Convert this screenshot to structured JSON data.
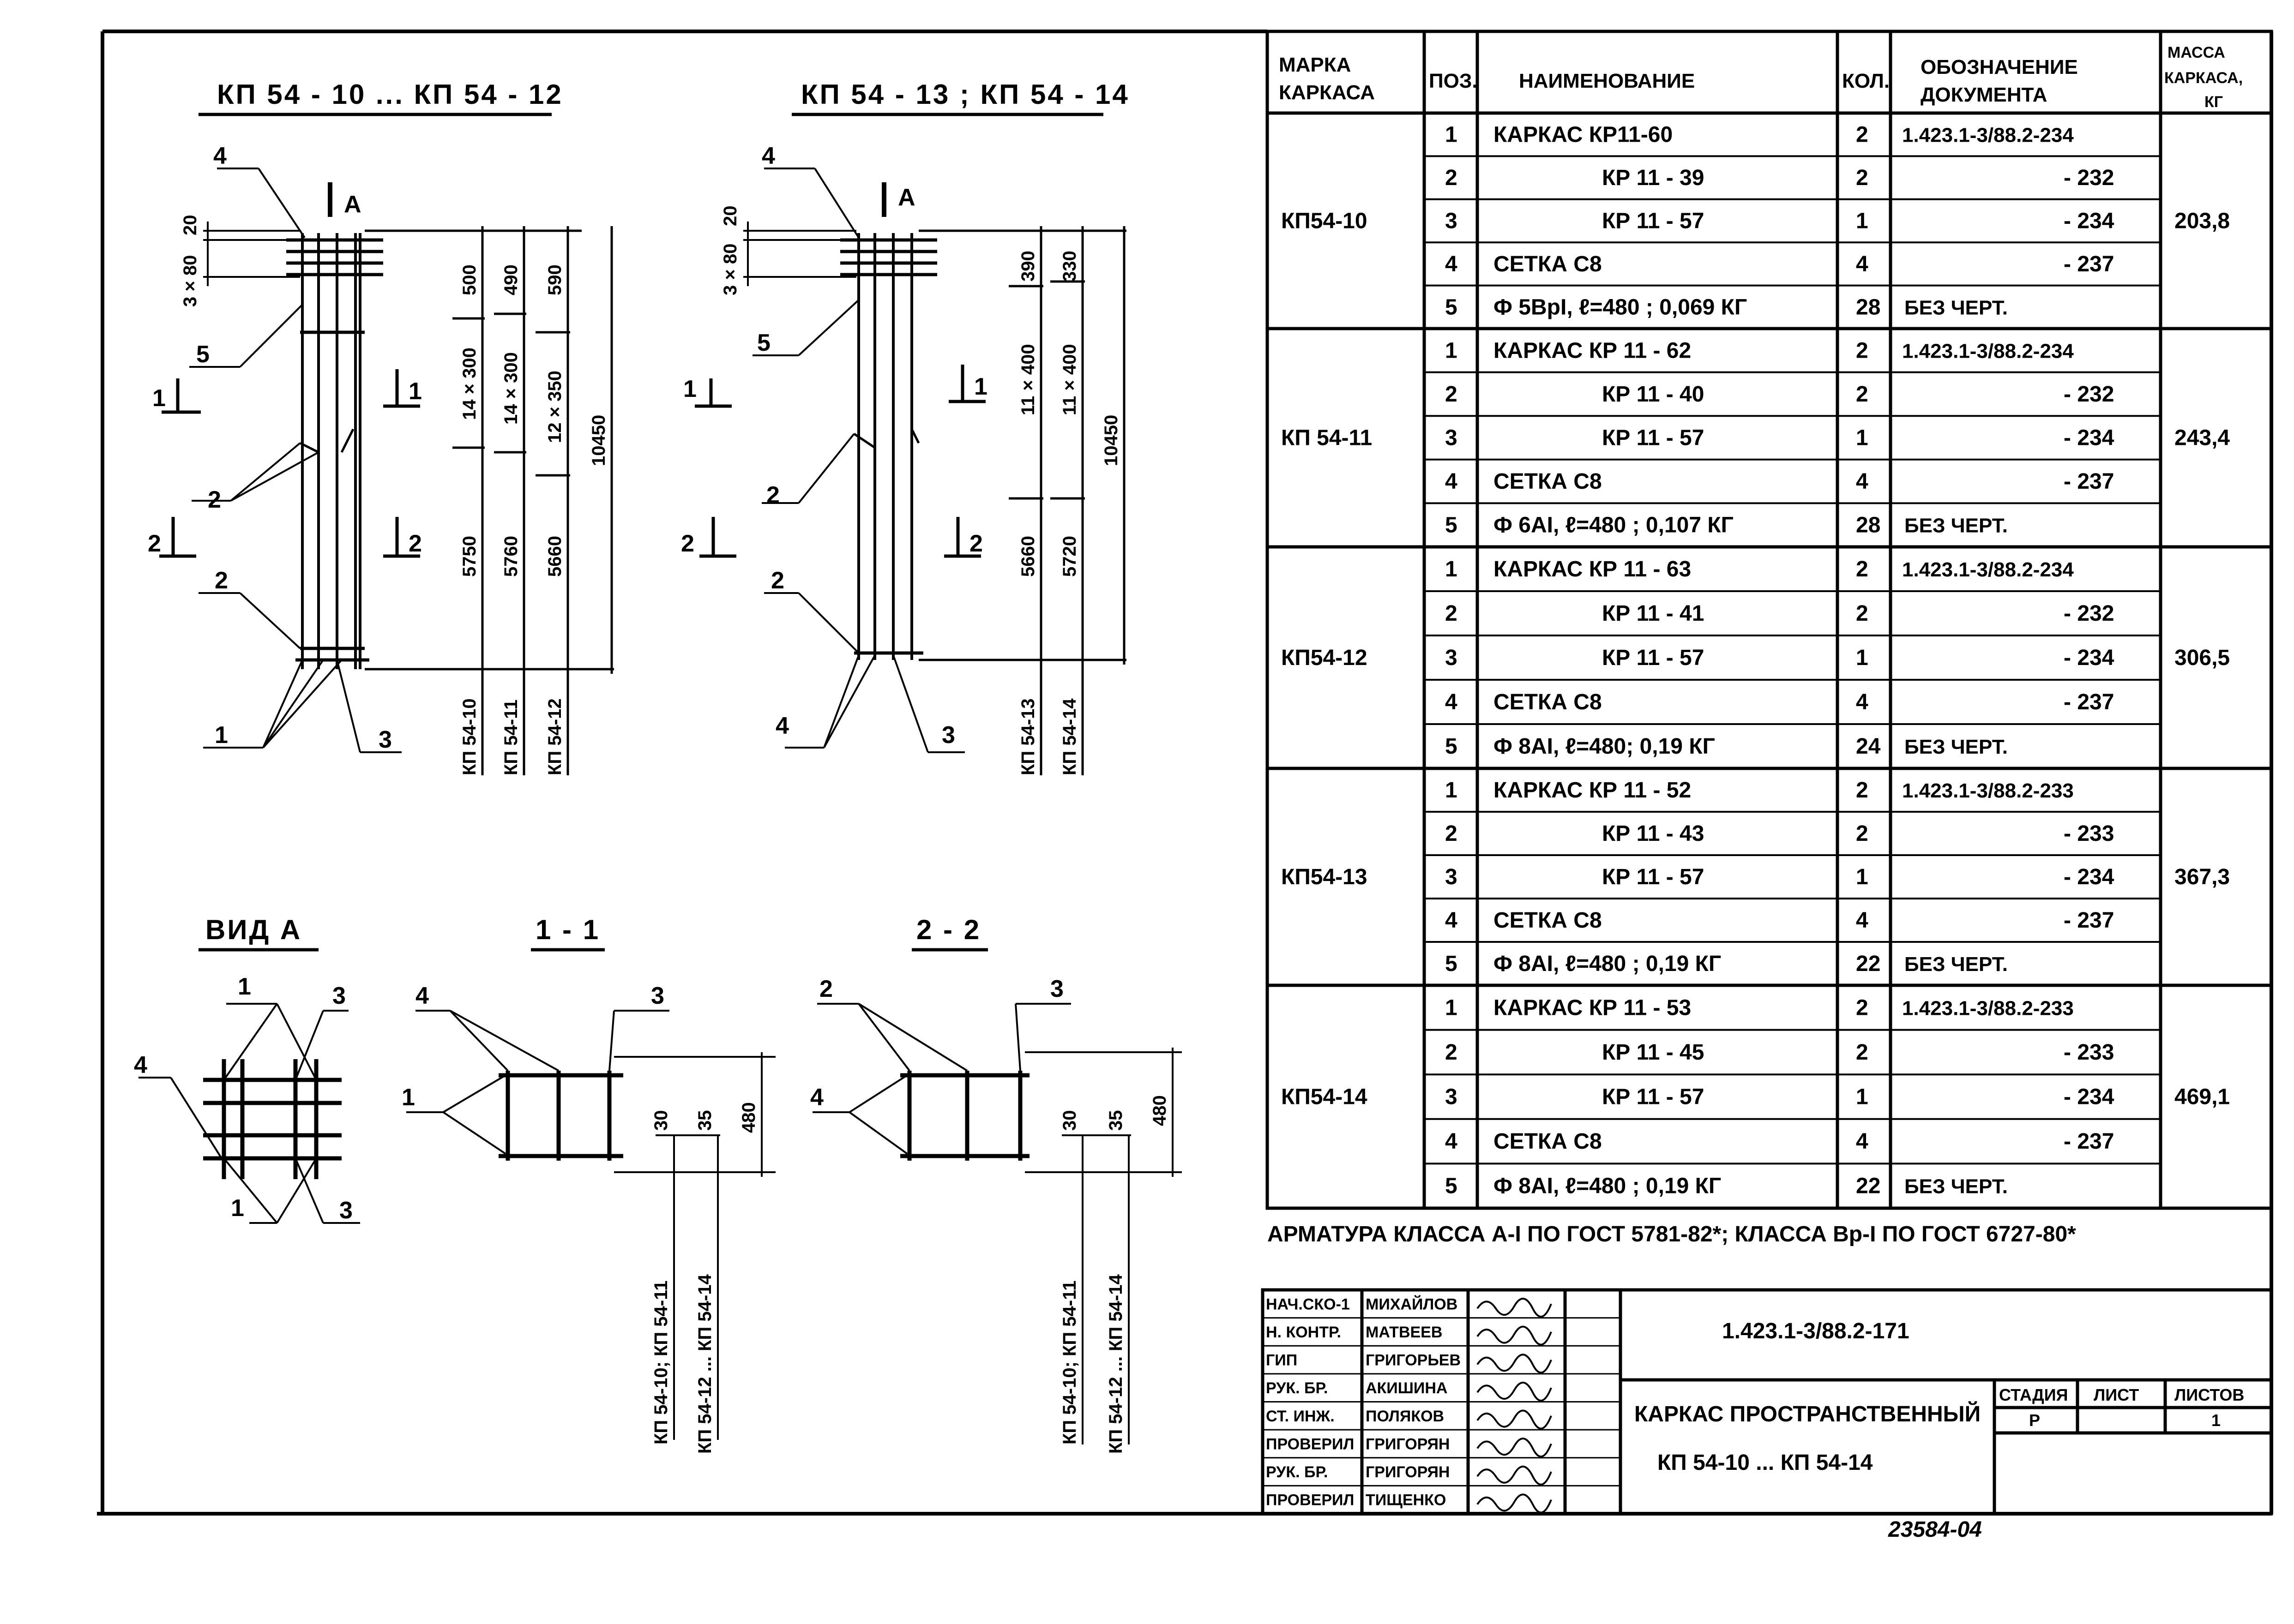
{
  "drawing": {
    "view_titles": {
      "frame_a": "КП 54 - 10 ... КП 54 - 12",
      "frame_b": "КП 54 - 13 ; КП 54 - 14",
      "view_a": "ВИД А",
      "section_1": "1 - 1",
      "section_2": "2 - 2"
    },
    "section_mark_a": "А",
    "frame_a_dims": {
      "col1": [
        "500",
        "14 × 300",
        "5750"
      ],
      "col2": [
        "490",
        "14 × 300",
        "5760"
      ],
      "col3": [
        "590",
        "12 × 350",
        "5660"
      ],
      "total": "10450",
      "left": [
        "20",
        "3 × 80"
      ],
      "col_labels": [
        "КП 54-10",
        "КП 54-11",
        "КП 54-12"
      ]
    },
    "frame_b_dims": {
      "col1": [
        "390",
        "11 × 400",
        "5660"
      ],
      "col2": [
        "330",
        "11 × 400",
        "5720"
      ],
      "total": "10450",
      "left": [
        "20",
        "3 × 80"
      ],
      "col_labels": [
        "КП 54-13",
        "КП 54-14"
      ]
    },
    "section_dims": [
      "30",
      "35",
      "480"
    ],
    "section_1_labels": [
      "КП 54-10; КП 54-11",
      "КП 54-12 ... КП 54-14"
    ],
    "section_2_labels": [
      "КП 54-10; КП 54-11",
      "КП 54-12 ... КП 54-14"
    ],
    "callouts": {
      "p1": "1",
      "p2": "2",
      "p3": "3",
      "p4": "4",
      "p5": "5"
    }
  },
  "spec_table": {
    "headers": {
      "mark": "МАРКА КАРКАСА",
      "pos": "ПОЗ.",
      "name": "НАИМЕНОВАНИЕ",
      "qty": "КОЛ.",
      "doc": "ОБОЗНАЧЕНИЕ ДОКУМЕНТА",
      "mass": "МАССА КАРКАСА, КГ"
    },
    "groups": [
      {
        "mark": "КП54-10",
        "mass": "203,8",
        "rows": [
          {
            "pos": "1",
            "name": "КАРКАС КР11-60",
            "qty": "2",
            "doc": "1.423.1-3/88.2-234"
          },
          {
            "pos": "2",
            "name": "КР 11 - 39",
            "qty": "2",
            "doc": "- 232"
          },
          {
            "pos": "3",
            "name": "КР 11 - 57",
            "qty": "1",
            "doc": "- 234"
          },
          {
            "pos": "4",
            "name": "СЕТКА С8",
            "qty": "4",
            "doc": "- 237"
          },
          {
            "pos": "5",
            "name": "Ф 5ВрI, ℓ=480 ; 0,069 КГ",
            "qty": "28",
            "doc": "БЕЗ ЧЕРТ."
          }
        ]
      },
      {
        "mark": "КП 54-11",
        "mass": "243,4",
        "rows": [
          {
            "pos": "1",
            "name": "КАРКАС КР 11 - 62",
            "qty": "2",
            "doc": "1.423.1-3/88.2-234"
          },
          {
            "pos": "2",
            "name": "КР 11 - 40",
            "qty": "2",
            "doc": "- 232"
          },
          {
            "pos": "3",
            "name": "КР 11 - 57",
            "qty": "1",
            "doc": "- 234"
          },
          {
            "pos": "4",
            "name": "СЕТКА С8",
            "qty": "4",
            "doc": "- 237"
          },
          {
            "pos": "5",
            "name": "Ф 6АI, ℓ=480 ; 0,107 КГ",
            "qty": "28",
            "doc": "БЕЗ ЧЕРТ."
          }
        ]
      },
      {
        "mark": "КП54-12",
        "mass": "306,5",
        "rows": [
          {
            "pos": "1",
            "name": "КАРКАС КР 11 - 63",
            "qty": "2",
            "doc": "1.423.1-3/88.2-234"
          },
          {
            "pos": "2",
            "name": "КР 11 - 41",
            "qty": "2",
            "doc": "- 232"
          },
          {
            "pos": "3",
            "name": "КР 11 - 57",
            "qty": "1",
            "doc": "- 234"
          },
          {
            "pos": "4",
            "name": "СЕТКА С8",
            "qty": "4",
            "doc": "- 237"
          },
          {
            "pos": "5",
            "name": "Ф 8АI, ℓ=480; 0,19 КГ",
            "qty": "24",
            "doc": "БЕЗ ЧЕРТ."
          }
        ]
      },
      {
        "mark": "КП54-13",
        "mass": "367,3",
        "rows": [
          {
            "pos": "1",
            "name": "КАРКАС КР 11 - 52",
            "qty": "2",
            "doc": "1.423.1-3/88.2-233"
          },
          {
            "pos": "2",
            "name": "КР 11 - 43",
            "qty": "2",
            "doc": "- 233"
          },
          {
            "pos": "3",
            "name": "КР 11 - 57",
            "qty": "1",
            "doc": "- 234"
          },
          {
            "pos": "4",
            "name": "СЕТКА С8",
            "qty": "4",
            "doc": "- 237"
          },
          {
            "pos": "5",
            "name": "Ф 8АI, ℓ=480 ; 0,19 КГ",
            "qty": "22",
            "doc": "БЕЗ ЧЕРТ."
          }
        ]
      },
      {
        "mark": "КП54-14",
        "mass": "469,1",
        "rows": [
          {
            "pos": "1",
            "name": "КАРКАС КР 11 - 53",
            "qty": "2",
            "doc": "1.423.1-3/88.2-233"
          },
          {
            "pos": "2",
            "name": "КР 11 - 45",
            "qty": "2",
            "doc": "- 233"
          },
          {
            "pos": "3",
            "name": "КР 11 - 57",
            "qty": "1",
            "doc": "- 234"
          },
          {
            "pos": "4",
            "name": "СЕТКА С8",
            "qty": "4",
            "doc": "- 237"
          },
          {
            "pos": "5",
            "name": "Ф 8АI, ℓ=480 ; 0,19 КГ",
            "qty": "22",
            "doc": "БЕЗ ЧЕРТ."
          }
        ]
      }
    ]
  },
  "note": "АРМАТУРА КЛАССА А-I ПО ГОСТ 5781-82*; КЛАССА Вр-I ПО ГОСТ 6727-80*",
  "title_block": {
    "code": "1.423.1-3/88.2-171",
    "title_line1": "КАРКАС ПРОСТРАНСТВЕННЫЙ",
    "title_line2": "КП 54-10 ... КП 54-14",
    "stage_header": "СТАДИЯ",
    "sheet_header": "ЛИСТ",
    "sheets_header": "ЛИСТОВ",
    "stage": "Р",
    "sheet": "",
    "sheets": "1",
    "signatures": [
      {
        "role": "НАЧ.СКО-1",
        "name": "МИХАЙЛОВ"
      },
      {
        "role": "Н. КОНТР.",
        "name": "МАТВЕЕВ"
      },
      {
        "role": "ГИП",
        "name": "ГРИГОРЬЕВ"
      },
      {
        "role": "РУК. БР.",
        "name": "АКИШИНА"
      },
      {
        "role": "СТ. ИНЖ.",
        "name": "ПОЛЯКОВ"
      },
      {
        "role": "ПРОВЕРИЛ",
        "name": "ГРИГОРЯН"
      },
      {
        "role": "РУК. БР.",
        "name": "ГРИГОРЯН"
      },
      {
        "role": "ПРОВЕРИЛ",
        "name": "ТИЩЕНКО"
      }
    ]
  },
  "stamp_number": "23584-04"
}
